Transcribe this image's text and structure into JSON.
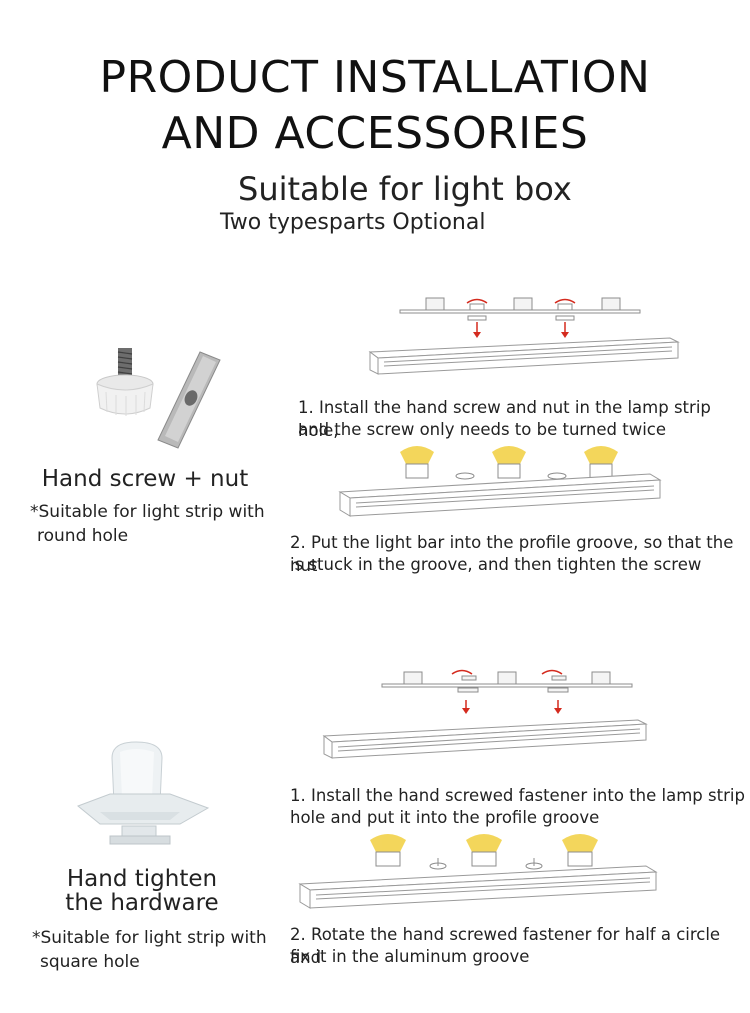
{
  "header": {
    "title_line1": "PRODUCT INSTALLATION",
    "title_line2": "AND ACCESSORIES",
    "subtitle": "Suitable for light box",
    "subtitle2": "Two typesparts Optional"
  },
  "section1": {
    "product_label": "Hand screw + nut",
    "note_line1": "*Suitable for light strip with",
    "note_line2": "round hole",
    "step1_line1": "1. Install the hand screw and nut in the lamp strip hole,",
    "step1_line2": "and the screw only needs to be turned twice",
    "step2_line1": "2. Put the light bar into the profile groove, so that the nut",
    "step2_line2": "is stuck in the groove, and then tighten the screw"
  },
  "section2": {
    "product_label_line1": "Hand tighten",
    "product_label_line2": "the hardware",
    "note_line1": "*Suitable for light strip with",
    "note_line2": "square hole",
    "step1_line1": "1. Install the hand screwed fastener into the lamp strip",
    "step1_line2": "hole and put it into the profile groove",
    "step2_line1": "2. Rotate the hand screwed fastener for half a circle and",
    "step2_line2": "fix it in the aluminum groove"
  },
  "colors": {
    "arrow_red": "#d42a1e",
    "led_glow": "#f2d24a",
    "profile_stroke": "#9a9a9a"
  }
}
